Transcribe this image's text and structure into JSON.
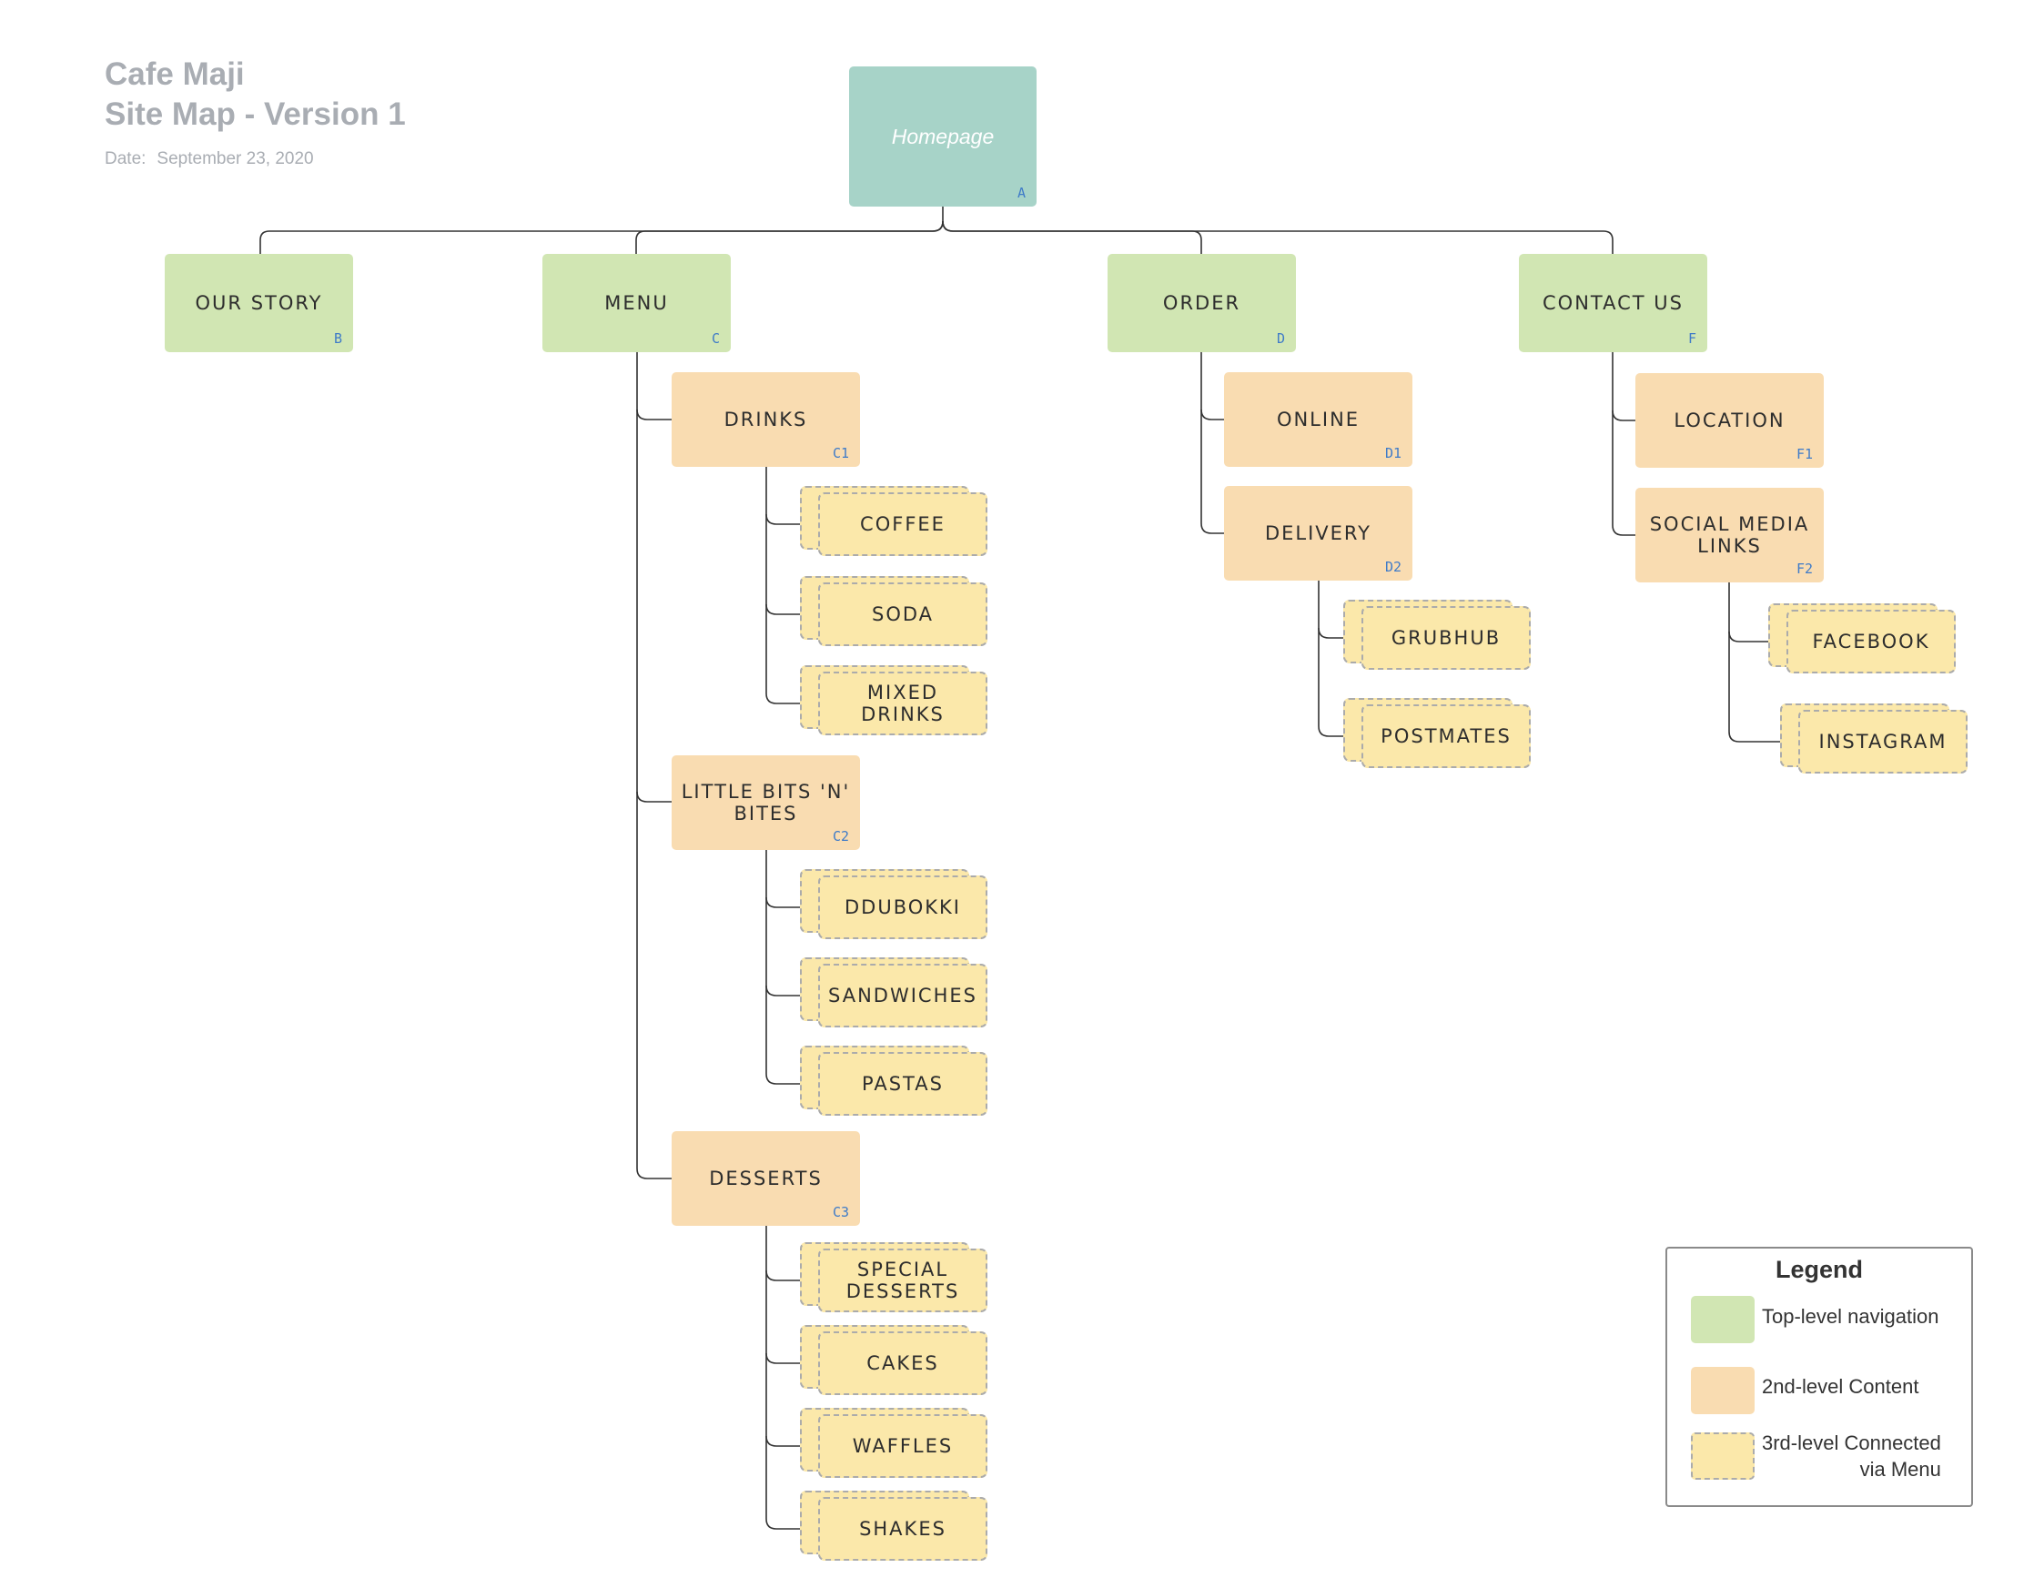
{
  "header": {
    "title_line1": "Cafe Maji",
    "title_line2": "Site Map - Version 1",
    "date_label": "Date:",
    "date_value": "September 23, 2020"
  },
  "nodes": {
    "homepage": {
      "label": "Homepage",
      "code": "A"
    },
    "our_story": {
      "label": "OUR STORY",
      "code": "B"
    },
    "menu": {
      "label": "MENU",
      "code": "C"
    },
    "order": {
      "label": "ORDER",
      "code": "D"
    },
    "contact_us": {
      "label": "CONTACT US",
      "code": "F"
    },
    "drinks": {
      "label": "DRINKS",
      "code": "C1"
    },
    "little_bits": {
      "label": "LITTLE BITS 'N' BITES",
      "code": "C2"
    },
    "desserts": {
      "label": "DESSERTS",
      "code": "C3"
    },
    "online": {
      "label": "ONLINE",
      "code": "D1"
    },
    "delivery": {
      "label": "DELIVERY",
      "code": "D2"
    },
    "location": {
      "label": "LOCATION",
      "code": "F1"
    },
    "social_media": {
      "label": "SOCIAL MEDIA LINKS",
      "code": "F2"
    },
    "coffee": {
      "label": "COFFEE"
    },
    "soda": {
      "label": "SODA"
    },
    "mixed_drinks": {
      "label": "MIXED DRINKS"
    },
    "ddubokki": {
      "label": "DDUBOKKI"
    },
    "sandwiches": {
      "label": "SANDWICHES"
    },
    "pastas": {
      "label": "PASTAS"
    },
    "special_desserts": {
      "label": "SPECIAL DESSERTS"
    },
    "cakes": {
      "label": "CAKES"
    },
    "waffles": {
      "label": "WAFFLES"
    },
    "shakes": {
      "label": "SHAKES"
    },
    "grubhub": {
      "label": "GRUBHUB"
    },
    "postmates": {
      "label": "POSTMATES"
    },
    "facebook": {
      "label": "FACEBOOK"
    },
    "instagram": {
      "label": "INSTAGRAM"
    }
  },
  "legend": {
    "title": "Legend",
    "items": [
      {
        "label": "Top-level navigation",
        "color": "#d1e6b3"
      },
      {
        "label": "2nd-level Content",
        "color": "#f9dcb1"
      },
      {
        "label_line1": "3rd-level Connected",
        "label_line2": "via Menu",
        "color": "#fbe8aa"
      }
    ]
  },
  "colors": {
    "homepage": "#a7d3c8",
    "top_level": "#d1e6b3",
    "second_level": "#f9dcb1",
    "third_level": "#fbe8aa",
    "code_text": "#3f7bc8",
    "connector": "#333333"
  }
}
